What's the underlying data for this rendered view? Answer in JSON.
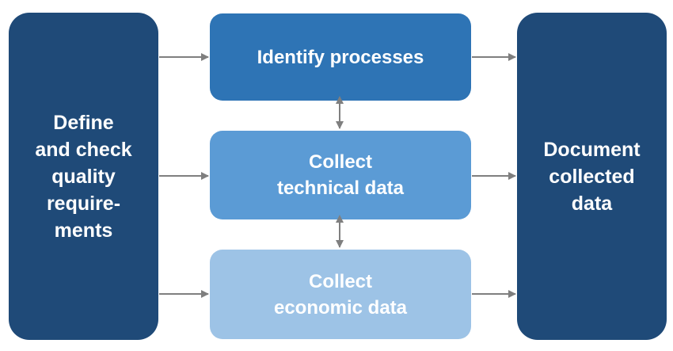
{
  "left_box": {
    "label": "Define\nand check\nquality\nrequire-\nments"
  },
  "middle": {
    "identify": {
      "label": "Identify processes"
    },
    "technical": {
      "label": "Collect\ntechnical data"
    },
    "economic": {
      "label": "Collect\neconomic data"
    }
  },
  "right_box": {
    "label": "Document\ncollected\ndata"
  },
  "colors": {
    "dark_navy": "#1f4a78",
    "identify_blue": "#2e74b5",
    "technical_blue": "#5b9bd5",
    "economic_blue": "#9dc3e6",
    "arrow_gray": "#7f7f7f"
  }
}
